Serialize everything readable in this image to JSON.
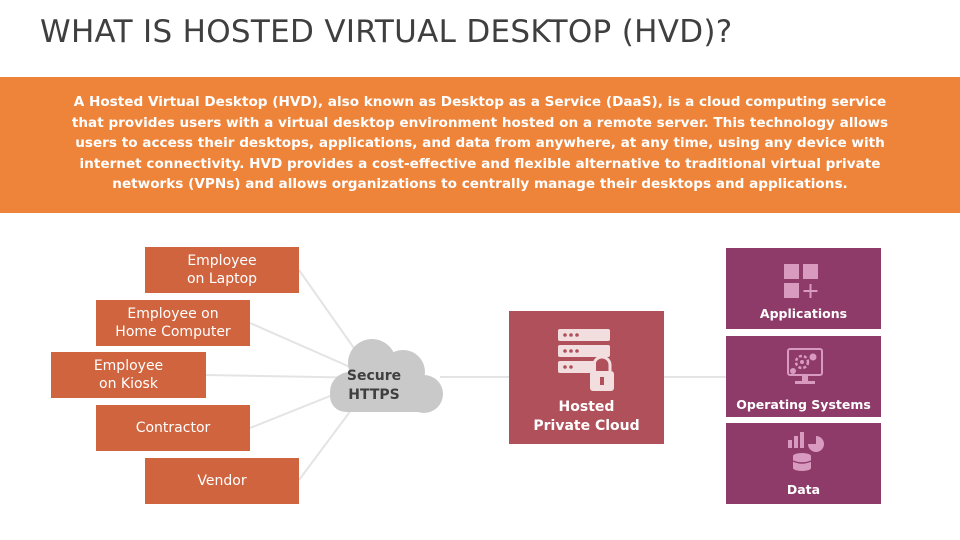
{
  "slide": {
    "title": "WHAT IS HOSTED VIRTUAL DESKTOP (HVD)?",
    "description_lines": [
      "A Hosted Virtual Desktop (HVD), also known as Desktop as a Service (DaaS), is a cloud computing service",
      "that provides users with a virtual desktop environment hosted on a remote server. This technology allows",
      "users to access their desktops, applications, and data from anywhere, at any time, using any device with",
      "internet connectivity. HVD provides a cost-effective and flexible alternative to traditional virtual private",
      "networks (VPNs) and allows organizations to centrally manage their desktops and applications."
    ]
  },
  "users": [
    {
      "line1": "Employee",
      "line2": "on Laptop"
    },
    {
      "line1": "Employee on",
      "line2": "Home Computer"
    },
    {
      "line1": "Employee",
      "line2": "on Kiosk"
    },
    {
      "line1": "Contractor",
      "line2": ""
    },
    {
      "line1": "Vendor",
      "line2": ""
    }
  ],
  "connection": {
    "line1": "Secure",
    "line2": "HTTPS"
  },
  "hosted": {
    "line1": "Hosted",
    "line2": "Private Cloud"
  },
  "services": [
    {
      "label": "Applications",
      "icon": "apps-grid-icon"
    },
    {
      "label": "Operating Systems",
      "icon": "monitor-gears-icon"
    },
    {
      "label": "Data",
      "icon": "database-chart-icon"
    }
  ],
  "colors": {
    "banner": "#ee843a",
    "user_box": "#d0643f",
    "cloud": "#c9c9c9",
    "hosted_box": "#b0505a",
    "service_box": "#8e3b69",
    "title_text": "#3f3f3f",
    "connector": "#e4e4e4"
  }
}
